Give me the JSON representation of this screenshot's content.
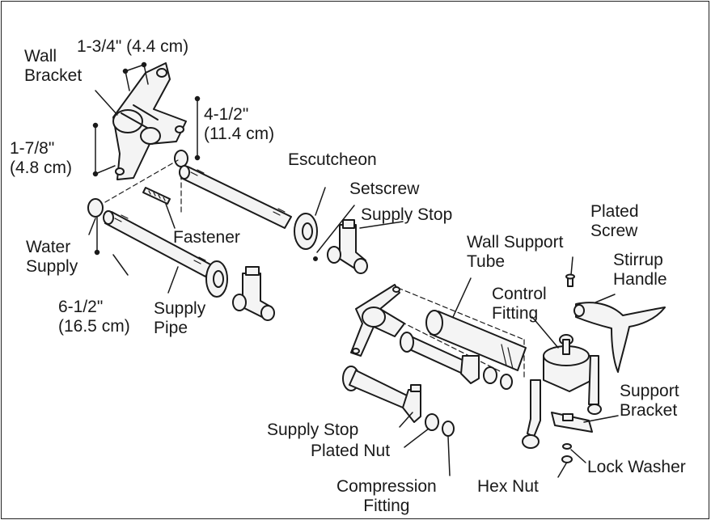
{
  "labels": {
    "wall_bracket": [
      "Wall",
      "Bracket"
    ],
    "dim_bracket_width": "1-3/4\" (4.4 cm)",
    "dim_bracket_height": [
      "4-1/2\"",
      "(11.4 cm)"
    ],
    "dim_bracket_side": [
      "1-7/8\"",
      "(4.8 cm)"
    ],
    "fastener": "Fastener",
    "water_supply": [
      "Water",
      "Supply"
    ],
    "dim_pipe": [
      "6-1/2\"",
      "(16.5 cm)"
    ],
    "supply_pipe": [
      "Supply",
      "Pipe"
    ],
    "escutcheon": "Escutcheon",
    "setscrew": "Setscrew",
    "supply_stop_top": "Supply Stop",
    "wall_support_tube": [
      "Wall Support",
      "Tube"
    ],
    "plated_screw": [
      "Plated",
      "Screw"
    ],
    "stirrup_handle": [
      "Stirrup",
      "Handle"
    ],
    "control_fitting": [
      "Control",
      "Fitting"
    ],
    "support_bracket": [
      "Support",
      "Bracket"
    ],
    "supply_stop_bottom": "Supply Stop",
    "plated_nut": "Plated Nut",
    "compression_fitting": [
      "Compression",
      "Fitting"
    ],
    "hex_nut": "Hex Nut",
    "lock_washer": "Lock Washer"
  },
  "colors": {
    "ink": "#1a1a1a",
    "part_fill": "#f4f4f4",
    "shade": "#9a9a9a"
  }
}
